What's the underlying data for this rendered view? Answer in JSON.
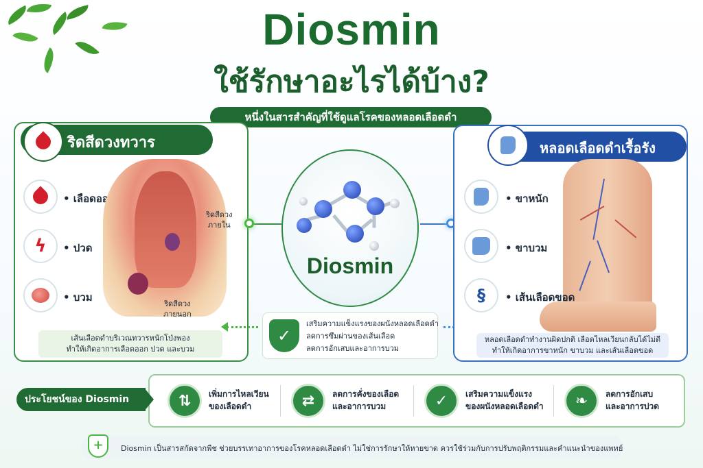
{
  "header": {
    "title": "Diosmin",
    "subtitle": "ใช้รักษาอะไรได้บ้าง?",
    "tagline": "หนึ่งในสารสำคัญที่ใช้ดูแลโรคของหลอดเลือดดำ"
  },
  "left_panel": {
    "title": "ริดสีดวงทวาร",
    "symptoms": [
      {
        "label": "• เลือดออก",
        "icon": "blood-drop-icon"
      },
      {
        "label": "• ปวด",
        "icon": "lightning-icon"
      },
      {
        "label": "• บวม",
        "icon": "swelling-icon"
      }
    ],
    "internal_label_1": "ริดสีดวง",
    "internal_label_2": "ภายใน",
    "external_label_1": "ริดสีดวง",
    "external_label_2": "ภายนอก",
    "info_line_1": "เส้นเลือดดำบริเวณทวารหนักโป่งพอง",
    "info_line_2": "ทำให้เกิดอาการเลือดออก ปวด และบวม"
  },
  "center": {
    "label": "Diosmin",
    "benefit_lines": [
      "เสริมความแข็งแรงของผนังหลอดเลือดดำ",
      "ลดการซึมผ่านของเส้นเลือด",
      "ลดการอักเสบและอาการบวม"
    ],
    "check_glyph": "✓"
  },
  "right_panel": {
    "title": "หลอดเลือดดำเรื้อรัง",
    "symptoms": [
      {
        "label": "• ขาหนัก",
        "icon": "heavy-leg-icon"
      },
      {
        "label": "• ขาบวม",
        "icon": "swollen-foot-icon"
      },
      {
        "label": "• เส้นเลือดขอด",
        "icon": "varicose-vein-icon"
      }
    ],
    "info_line_1": "หลอดเลือดดำทำงานผิดปกติ เลือดไหลเวียนกลับได้ไม่ดี",
    "info_line_2": "ทำให้เกิดอาการขาหนัก ขาบวม และเส้นเลือดขอด"
  },
  "benefits": {
    "header": "ประโยชน์ของ Diosmin",
    "items": [
      {
        "line1": "เพิ่มการไหลเวียน",
        "line2": "ของเลือดดำ",
        "icon": "circulation-arrows-icon",
        "glyph": "⇅"
      },
      {
        "line1": "ลดการคั่งของเลือด",
        "line2": "และอาการบวม",
        "icon": "vein-compress-icon",
        "glyph": "⇄"
      },
      {
        "line1": "เสริมความแข็งแรง",
        "line2": "ของผนังหลอดเลือดดำ",
        "icon": "shield-check-icon",
        "glyph": "✓"
      },
      {
        "line1": "ลดการอักเสบ",
        "line2": "และอาการปวด",
        "icon": "leaf-icon",
        "glyph": "❧"
      }
    ]
  },
  "footer": {
    "text": "Diosmin เป็นสารสกัดจากพืช ช่วยบรรเทาอาการของโรคหลอดเลือดดำ ไม่ใช่การรักษาให้หายขาด ควรใช้ร่วมกับการปรับพฤติกรรมและคำแนะนำของแพทย์",
    "glyph": "+"
  },
  "colors": {
    "brand_green": "#1f6b33",
    "brand_blue": "#214fa3",
    "alert_red": "#d21f2b"
  }
}
